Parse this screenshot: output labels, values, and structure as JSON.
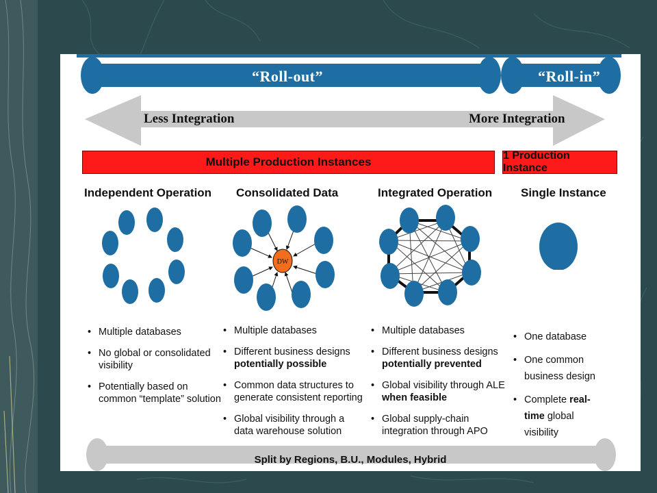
{
  "banners": {
    "rollout": "“Roll-out”",
    "rollin": "“Roll-in”"
  },
  "arrow": {
    "less": "Less Integration",
    "more": "More Integration"
  },
  "bars": {
    "multiple": "Multiple Production Instances",
    "single": "1 Production Instance"
  },
  "columns": [
    {
      "title": "Independent Operation",
      "bullets": [
        {
          "text": "Multiple databases",
          "bold": ""
        },
        {
          "text": "No global  or consolidated visibility",
          "bold": ""
        },
        {
          "text": "Potentially based on common “template” solution",
          "bold": ""
        }
      ]
    },
    {
      "title": "Consolidated Data",
      "hub_label": "DW",
      "bullets": [
        {
          "text": "Multiple databases",
          "bold": ""
        },
        {
          "text": "Different business designs",
          "bold": "potentially possible"
        },
        {
          "text": "Common data structures to generate consistent reporting",
          "bold": ""
        },
        {
          "text": "Global visibility through a data warehouse solution",
          "bold": ""
        }
      ]
    },
    {
      "title": "Integrated Operation",
      "bullets": [
        {
          "text": "Multiple databases",
          "bold": ""
        },
        {
          "text": "Different business designs",
          "bold": "potentially prevented"
        },
        {
          "text": "Global visibility through ALE",
          "bold": "when feasible"
        },
        {
          "text": "Global supply-chain integration through APO",
          "bold": ""
        }
      ]
    },
    {
      "title": "Single Instance",
      "bullets": [
        {
          "text": "One database",
          "bold": ""
        },
        {
          "text": "One common business design",
          "bold": ""
        },
        {
          "text": "Complete ",
          "bold": "real-time",
          "after": " global visibility"
        }
      ]
    }
  ],
  "bottom": "Split by Regions, B.U., Modules, Hybrid",
  "colors": {
    "node": "#1f6ea3",
    "hub": "#f26d1d",
    "bar": "#ff1a1a",
    "arrow": "#c8c8c8",
    "slide_bg": "#ffffff",
    "page_bg": "#2c4a4e"
  }
}
